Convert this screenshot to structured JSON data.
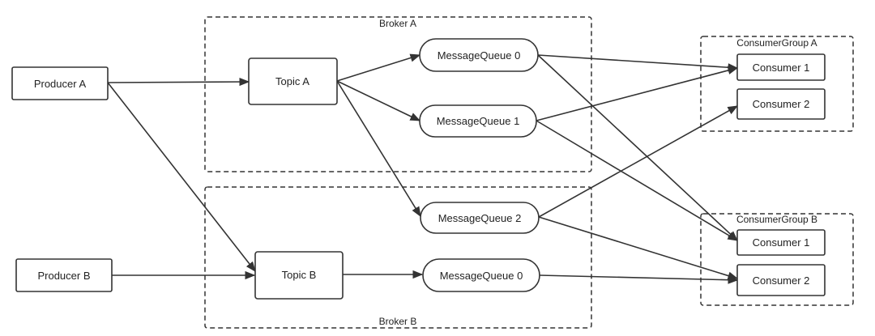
{
  "groups": {
    "broker_a": "Broker A",
    "broker_b": "Broker B",
    "consumer_group_a": "ConsumerGroup A",
    "consumer_group_b": "ConsumerGroup B"
  },
  "producers": {
    "a": "Producer A",
    "b": "Producer B"
  },
  "topics": {
    "a": "Topic A",
    "b": "Topic B"
  },
  "queues": {
    "a0": "MessageQueue 0",
    "a1": "MessageQueue 1",
    "b2": "MessageQueue 2",
    "b0": "MessageQueue 0"
  },
  "consumers": {
    "ga1": "Consumer 1",
    "ga2": "Consumer 2",
    "gb1": "Consumer 1",
    "gb2": "Consumer 2"
  },
  "colors": {
    "stroke": "#333333",
    "background": "#ffffff"
  }
}
